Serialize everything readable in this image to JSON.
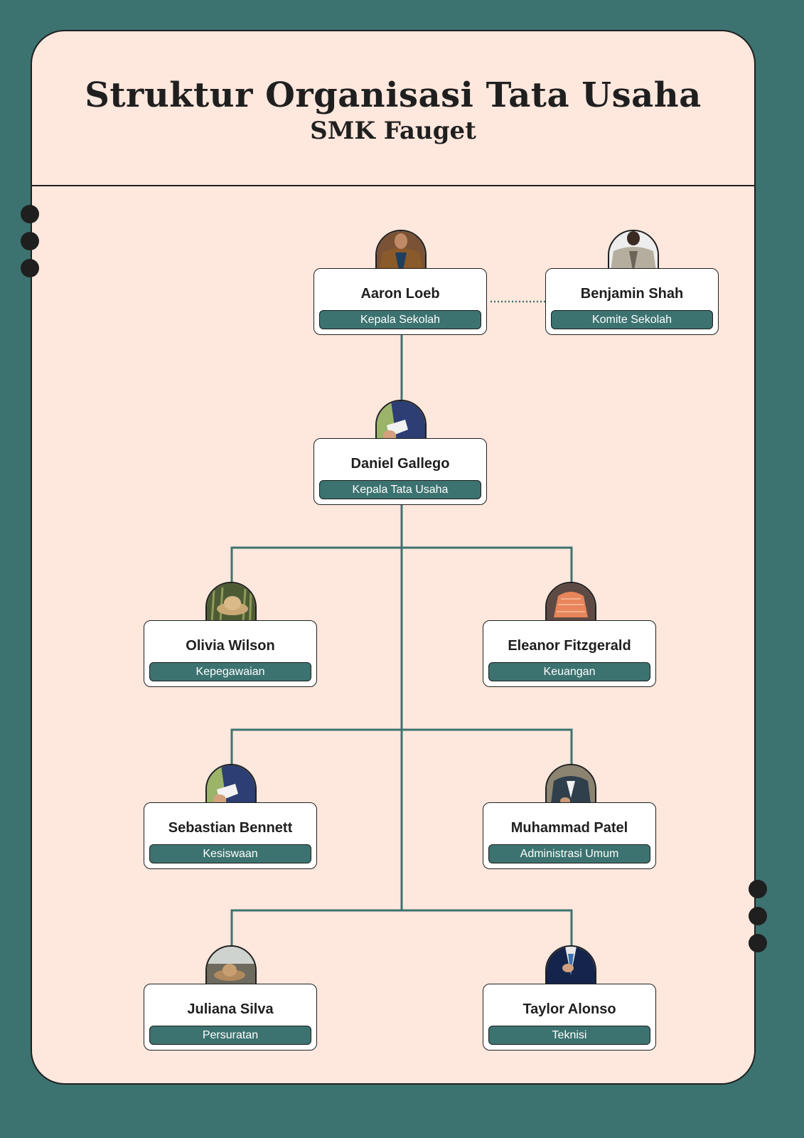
{
  "title": "Struktur Organisasi Tata Usaha",
  "subtitle": "SMK Fauget",
  "colors": {
    "background": "#3c7370",
    "card": "#fee7dd",
    "accent": "#3c7370",
    "ink": "#1f1f1f"
  },
  "nodes": [
    {
      "name": "Aaron Loeb",
      "role": "Kepala Sekolah",
      "icon": "person-photo-icon"
    },
    {
      "name": "Benjamin Shah",
      "role": "Komite Sekolah",
      "icon": "person-photo-icon"
    },
    {
      "name": "Daniel Gallego",
      "role": "Kepala Tata Usaha",
      "icon": "person-photo-icon"
    },
    {
      "name": "Olivia Wilson",
      "role": "Kepegawaian",
      "icon": "person-photo-icon"
    },
    {
      "name": "Eleanor Fitzgerald",
      "role": "Keuangan",
      "icon": "person-photo-icon"
    },
    {
      "name": "Sebastian Bennett",
      "role": "Kesiswaan",
      "icon": "person-photo-icon"
    },
    {
      "name": "Muhammad Patel",
      "role": "Administrasi Umum",
      "icon": "person-photo-icon"
    },
    {
      "name": "Juliana Silva",
      "role": "Persuratan",
      "icon": "person-photo-icon"
    },
    {
      "name": "Taylor Alonso",
      "role": "Teknisi",
      "icon": "person-photo-icon"
    }
  ]
}
